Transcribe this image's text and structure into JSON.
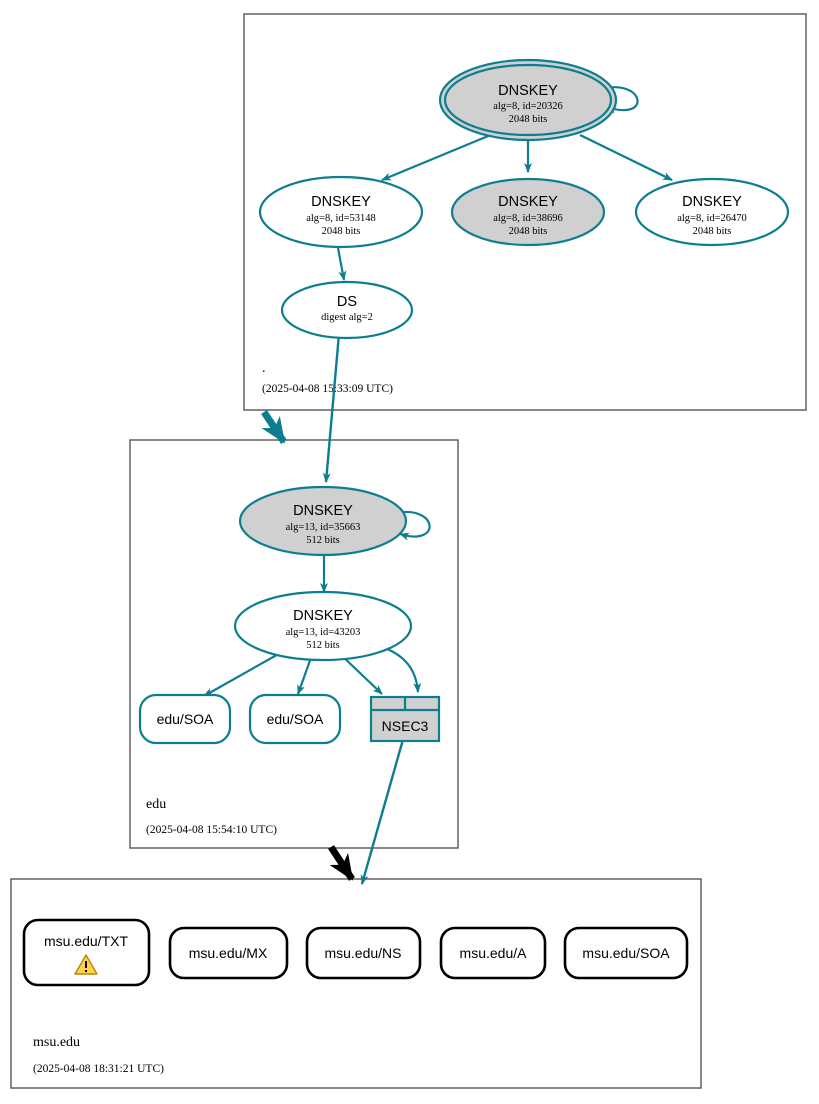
{
  "diagram": {
    "kind": "dnssec-authentication-chain",
    "colors": {
      "secure": "#0d7e8f",
      "zone_border": "#555555",
      "node_fill_sep": "#d0d0d0",
      "node_fill_plain": "#ffffff",
      "insecure": "#000000",
      "warning": "#ffd24d"
    },
    "zones": [
      {
        "id": "root",
        "name": ".",
        "timestamp": "(2025-04-08 15:33:09 UTC)",
        "nodes": [
          {
            "id": "root-ksk",
            "type": "DNSKEY",
            "title": "DNSKEY",
            "alg": "alg=8, id=20326",
            "bits": "2048 bits",
            "sep": true,
            "double": true
          },
          {
            "id": "root-zsk-53148",
            "type": "DNSKEY",
            "title": "DNSKEY",
            "alg": "alg=8, id=53148",
            "bits": "2048 bits",
            "sep": false,
            "double": false
          },
          {
            "id": "root-zsk-38696",
            "type": "DNSKEY",
            "title": "DNSKEY",
            "alg": "alg=8, id=38696",
            "bits": "2048 bits",
            "sep": true,
            "double": false
          },
          {
            "id": "root-zsk-26470",
            "type": "DNSKEY",
            "title": "DNSKEY",
            "alg": "alg=8, id=26470",
            "bits": "2048 bits",
            "sep": false,
            "double": false
          },
          {
            "id": "root-ds",
            "type": "DS",
            "title": "DS",
            "alg": "digest alg=2",
            "bits": "",
            "sep": false,
            "double": false
          }
        ]
      },
      {
        "id": "edu",
        "name": "edu",
        "timestamp": "(2025-04-08 15:54:10 UTC)",
        "nodes": [
          {
            "id": "edu-ksk",
            "type": "DNSKEY",
            "title": "DNSKEY",
            "alg": "alg=13, id=35663",
            "bits": "512 bits",
            "sep": true,
            "double": false
          },
          {
            "id": "edu-zsk",
            "type": "DNSKEY",
            "title": "DNSKEY",
            "alg": "alg=13, id=43203",
            "bits": "512 bits",
            "sep": false,
            "double": false
          },
          {
            "id": "edu-soa-1",
            "type": "RRset",
            "label": "edu/SOA"
          },
          {
            "id": "edu-soa-2",
            "type": "RRset",
            "label": "edu/SOA"
          },
          {
            "id": "edu-nsec3",
            "type": "NSEC3",
            "label": "NSEC3"
          }
        ]
      },
      {
        "id": "msu",
        "name": "msu.edu",
        "timestamp": "(2025-04-08 18:31:21 UTC)",
        "nodes": [
          {
            "id": "msu-txt",
            "type": "RRset",
            "label": "msu.edu/TXT",
            "warning": true
          },
          {
            "id": "msu-mx",
            "type": "RRset",
            "label": "msu.edu/MX",
            "warning": false
          },
          {
            "id": "msu-ns",
            "type": "RRset",
            "label": "msu.edu/NS",
            "warning": false
          },
          {
            "id": "msu-a",
            "type": "RRset",
            "label": "msu.edu/A",
            "warning": false
          },
          {
            "id": "msu-soa",
            "type": "RRset",
            "label": "msu.edu/SOA",
            "warning": false
          }
        ]
      }
    ],
    "icons": {
      "warning": "warning-triangle-icon"
    }
  }
}
